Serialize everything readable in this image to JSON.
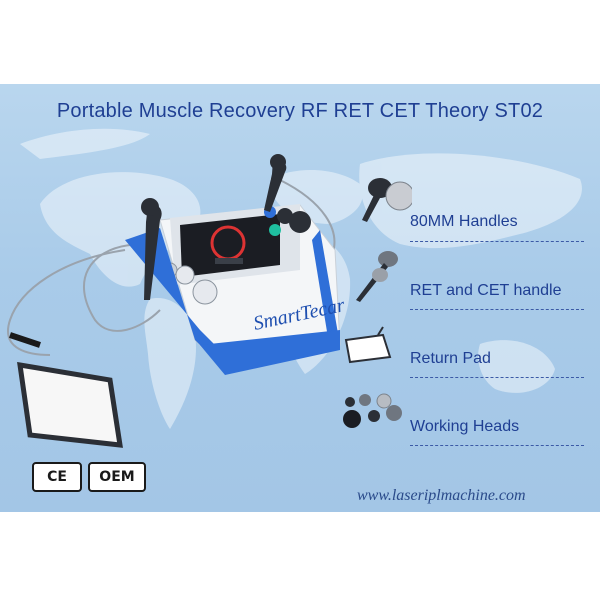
{
  "title": "Portable Muscle Recovery RF RET CET Theory ST02",
  "features": [
    {
      "label": "80MM Handles",
      "icon": "handle-icon"
    },
    {
      "label": "RET and CET handle",
      "icon": "ret-cet-handle-icon"
    },
    {
      "label": "Return Pad",
      "icon": "return-pad-icon"
    },
    {
      "label": "Working Heads",
      "icon": "working-heads-icon"
    }
  ],
  "badges": {
    "ce": "CE",
    "oem": "OEM"
  },
  "brand": "SmartTecar",
  "website": "www.laseriplmachine.com",
  "colors": {
    "background": "#a9cbe9",
    "title": "#1f3f93",
    "device_blue": "#2f6fd8"
  }
}
